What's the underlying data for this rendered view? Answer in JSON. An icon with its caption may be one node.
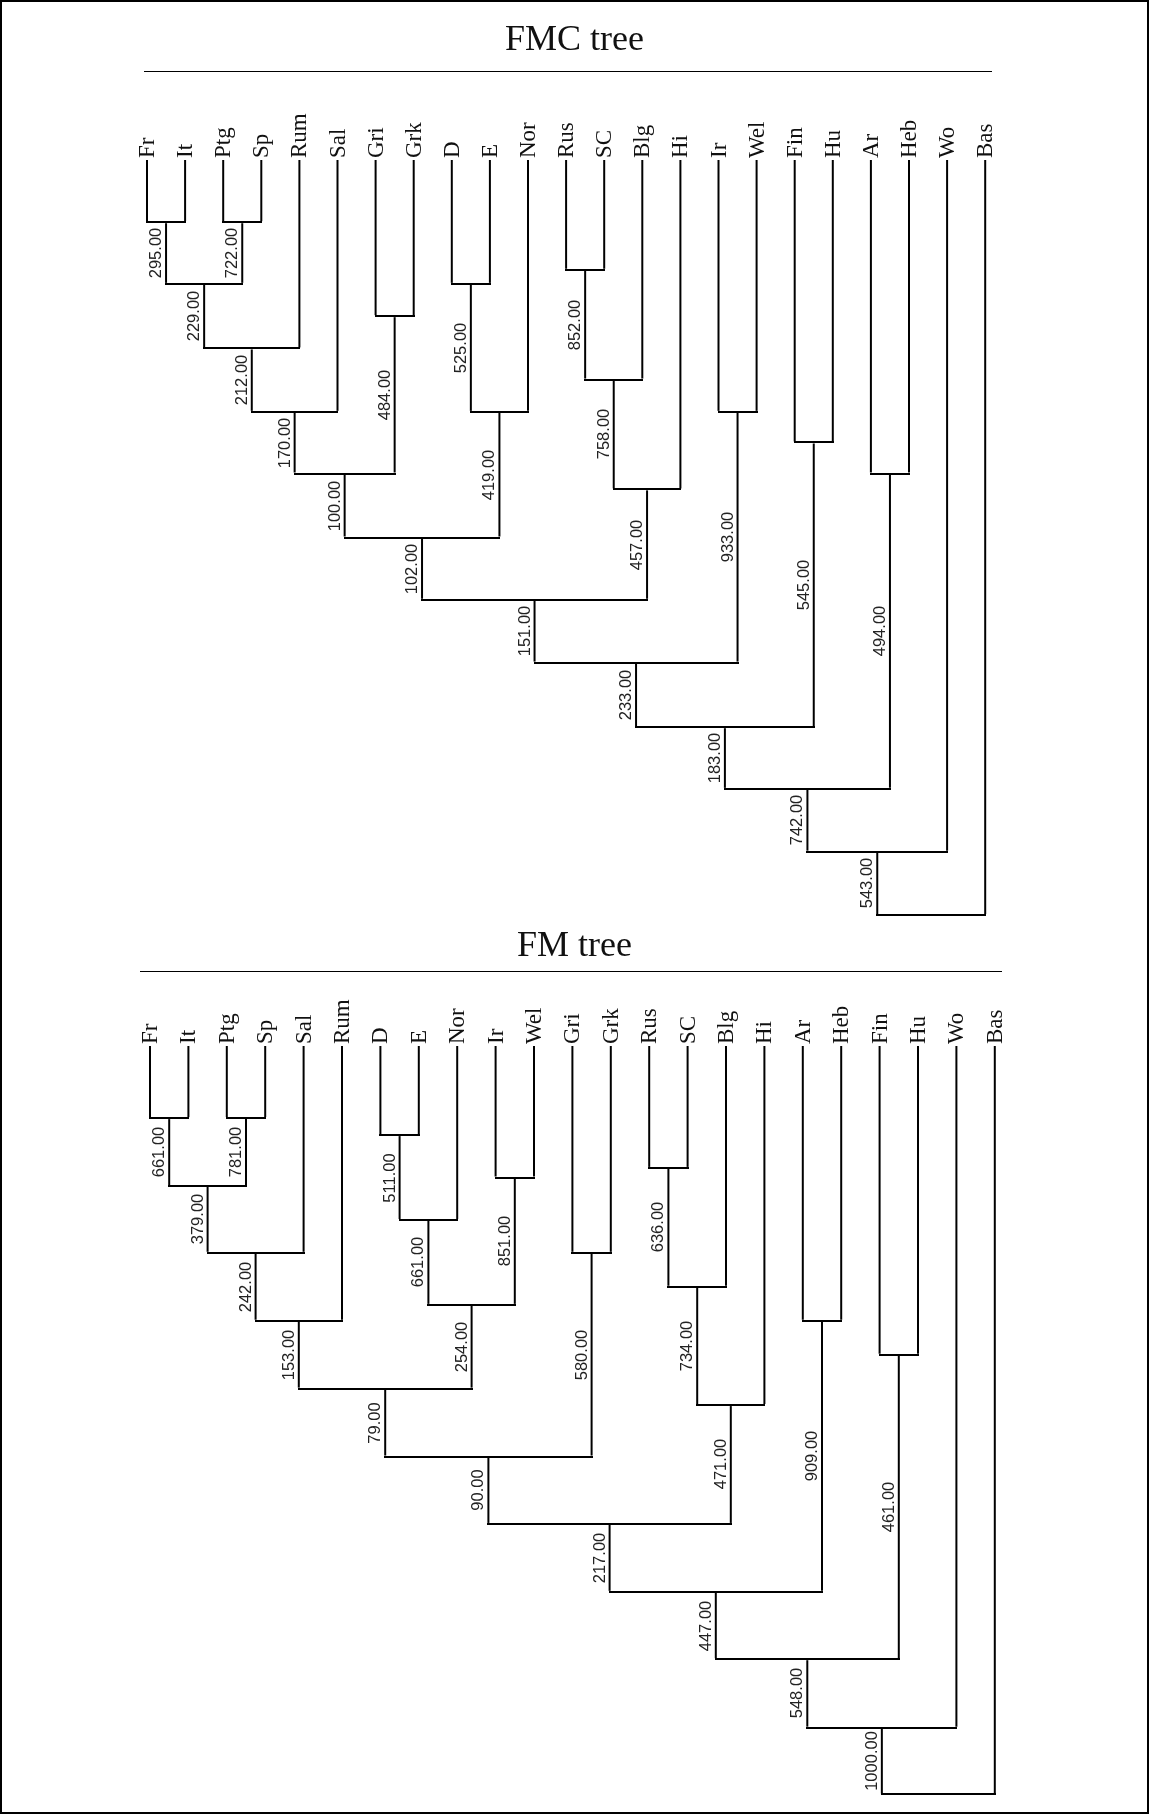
{
  "diagram": {
    "nodes": [
      {
        "text": [
          "Fr"
        ]
      },
      {
        "text": [
          "It"
        ]
      },
      {
        "text": [
          "Ptg"
        ]
      },
      {
        "text": [
          "Sp"
        ]
      },
      {
        "text": [
          "Rum"
        ]
      },
      {
        "text": [
          "Sal"
        ]
      },
      {
        "text": [
          "Gri"
        ]
      },
      {
        "text": [
          "Grk"
        ]
      },
      {
        "text": [
          "D"
        ]
      },
      {
        "text": [
          "E"
        ]
      },
      {
        "text": [
          "Nor"
        ]
      },
      {
        "text": [
          "Rus"
        ]
      },
      {
        "text": [
          "SC"
        ]
      },
      {
        "text": [
          "Blg"
        ]
      },
      {
        "text": [
          "Hi"
        ]
      },
      {
        "text": [
          "Ir"
        ]
      },
      {
        "text": [
          "Wel"
        ]
      },
      {
        "text": [
          "Fin"
        ]
      },
      {
        "text": [
          "Hu"
        ]
      },
      {
        "text": [
          "Ar"
        ]
      },
      {
        "text": [
          "Heb"
        ]
      },
      {
        "text": [
          "Wo"
        ]
      },
      {
        "text": [
          "Bas"
        ]
      },
      {
        "text": [],
        "shape": "bar"
      },
      {
        "text": [],
        "shape": "bar"
      },
      {
        "text": [],
        "shape": "bar"
      },
      {
        "text": [],
        "shape": "bar"
      },
      {
        "text": [],
        "shape": "bar"
      },
      {
        "text": [],
        "shape": "bar"
      },
      {
        "text": [],
        "shape": "bar"
      },
      {
        "text": [],
        "shape": "bar"
      },
      {
        "text": [],
        "shape": "bar"
      },
      {
        "text": [],
        "shape": "bar"
      },
      {
        "text": [],
        "shape": "bar"
      },
      {
        "text": [],
        "shape": "bar"
      },
      {
        "text": [],
        "shape": "bar"
      },
      {
        "text": [],
        "shape": "bar"
      },
      {
        "text": [],
        "shape": "bar"
      },
      {
        "text": [],
        "shape": "bar"
      },
      {
        "text": [],
        "shape": "bar"
      },
      {
        "text": [],
        "shape": "bar"
      },
      {
        "text": [],
        "shape": "bar"
      },
      {
        "text": [],
        "shape": "bar"
      },
      {
        "text": [],
        "shape": "bar"
      },
      {
        "text": [],
        "shape": "bar"
      },
      {
        "text": [
          "Fr"
        ]
      },
      {
        "text": [
          "It"
        ]
      },
      {
        "text": [
          "Ptg"
        ]
      },
      {
        "text": [
          "Sp"
        ]
      },
      {
        "text": [
          "Sal"
        ]
      },
      {
        "text": [
          "Rum"
        ]
      },
      {
        "text": [
          "D"
        ]
      },
      {
        "text": [
          "E"
        ]
      },
      {
        "text": [
          "Nor"
        ]
      },
      {
        "text": [
          "Ir"
        ]
      },
      {
        "text": [
          "Wel"
        ]
      },
      {
        "text": [
          "Gri"
        ]
      },
      {
        "text": [
          "Grk"
        ]
      },
      {
        "text": [
          "Rus"
        ]
      },
      {
        "text": [
          "SC"
        ]
      },
      {
        "text": [
          "Blg"
        ]
      },
      {
        "text": [
          "Hi"
        ]
      },
      {
        "text": [
          "Ar"
        ]
      },
      {
        "text": [
          "Heb"
        ]
      },
      {
        "text": [
          "Fin"
        ]
      },
      {
        "text": [
          "Hu"
        ]
      },
      {
        "text": [
          "Wo"
        ]
      },
      {
        "text": [
          "Bas"
        ]
      },
      {
        "text": [],
        "shape": "bar"
      },
      {
        "text": [],
        "shape": "bar"
      },
      {
        "text": [],
        "shape": "bar"
      },
      {
        "text": [],
        "shape": "bar"
      },
      {
        "text": [],
        "shape": "bar"
      },
      {
        "text": [],
        "shape": "bar"
      },
      {
        "text": [],
        "shape": "bar"
      },
      {
        "text": [],
        "shape": "bar"
      },
      {
        "text": [],
        "shape": "bar"
      },
      {
        "text": [],
        "shape": "bar"
      },
      {
        "text": [],
        "shape": "bar"
      },
      {
        "text": [],
        "shape": "bar"
      },
      {
        "text": [],
        "shape": "bar"
      },
      {
        "text": [],
        "shape": "bar"
      },
      {
        "text": [],
        "shape": "bar"
      },
      {
        "text": [],
        "shape": "bar"
      },
      {
        "text": [],
        "shape": "bar"
      },
      {
        "text": [],
        "shape": "bar"
      },
      {
        "text": [],
        "shape": "bar"
      },
      {
        "text": [],
        "shape": "bar"
      },
      {
        "text": [],
        "shape": "bar"
      },
      {
        "text": [],
        "shape": "bar"
      }
    ],
    "edges": [
      {
        "from": 0,
        "to": 23,
        "arrow": "none"
      },
      {
        "from": 1,
        "to": 23,
        "arrow": "none"
      },
      {
        "from": 2,
        "to": 24,
        "arrow": "none"
      },
      {
        "from": 3,
        "to": 24,
        "arrow": "none"
      },
      {
        "from": 23,
        "to": 25,
        "arrow": "none",
        "label": "295.00"
      },
      {
        "from": 24,
        "to": 25,
        "arrow": "none",
        "label": "722.00"
      },
      {
        "from": 25,
        "to": 26,
        "arrow": "none",
        "label": "229.00"
      },
      {
        "from": 4,
        "to": 26,
        "arrow": "none"
      },
      {
        "from": 26,
        "to": 27,
        "arrow": "none",
        "label": "212.00"
      },
      {
        "from": 5,
        "to": 27,
        "arrow": "none"
      },
      {
        "from": 6,
        "to": 28,
        "arrow": "none"
      },
      {
        "from": 7,
        "to": 28,
        "arrow": "none"
      },
      {
        "from": 27,
        "to": 29,
        "arrow": "none",
        "label": "170.00"
      },
      {
        "from": 28,
        "to": 29,
        "arrow": "none",
        "label": "484.00"
      },
      {
        "from": 8,
        "to": 30,
        "arrow": "none"
      },
      {
        "from": 9,
        "to": 30,
        "arrow": "none"
      },
      {
        "from": 30,
        "to": 31,
        "arrow": "none",
        "label": "525.00"
      },
      {
        "from": 10,
        "to": 31,
        "arrow": "none"
      },
      {
        "from": 29,
        "to": 32,
        "arrow": "none",
        "label": "100.00"
      },
      {
        "from": 31,
        "to": 32,
        "arrow": "none",
        "label": "419.00"
      },
      {
        "from": 11,
        "to": 33,
        "arrow": "none"
      },
      {
        "from": 12,
        "to": 33,
        "arrow": "none"
      },
      {
        "from": 33,
        "to": 34,
        "arrow": "none",
        "label": "852.00"
      },
      {
        "from": 13,
        "to": 34,
        "arrow": "none"
      },
      {
        "from": 34,
        "to": 35,
        "arrow": "none",
        "label": "758.00"
      },
      {
        "from": 14,
        "to": 35,
        "arrow": "none"
      },
      {
        "from": 32,
        "to": 36,
        "arrow": "none",
        "label": "102.00"
      },
      {
        "from": 35,
        "to": 36,
        "arrow": "none",
        "label": "457.00"
      },
      {
        "from": 15,
        "to": 37,
        "arrow": "none"
      },
      {
        "from": 16,
        "to": 37,
        "arrow": "none"
      },
      {
        "from": 36,
        "to": 38,
        "arrow": "none",
        "label": "151.00"
      },
      {
        "from": 37,
        "to": 38,
        "arrow": "none",
        "label": "933.00"
      },
      {
        "from": 17,
        "to": 39,
        "arrow": "none"
      },
      {
        "from": 18,
        "to": 39,
        "arrow": "none"
      },
      {
        "from": 38,
        "to": 40,
        "arrow": "none",
        "label": "233.00"
      },
      {
        "from": 39,
        "to": 40,
        "arrow": "none",
        "label": "545.00"
      },
      {
        "from": 19,
        "to": 41,
        "arrow": "none"
      },
      {
        "from": 20,
        "to": 41,
        "arrow": "none"
      },
      {
        "from": 40,
        "to": 42,
        "arrow": "none",
        "label": "183.00"
      },
      {
        "from": 41,
        "to": 42,
        "arrow": "none",
        "label": "494.00"
      },
      {
        "from": 42,
        "to": 43,
        "arrow": "none",
        "label": "742.00"
      },
      {
        "from": 21,
        "to": 43,
        "arrow": "none"
      },
      {
        "from": 43,
        "to": 44,
        "arrow": "none",
        "label": "543.00"
      },
      {
        "from": 22,
        "to": 44,
        "arrow": "none"
      },
      {
        "from": 45,
        "to": 68,
        "arrow": "none"
      },
      {
        "from": 46,
        "to": 68,
        "arrow": "none"
      },
      {
        "from": 47,
        "to": 69,
        "arrow": "none"
      },
      {
        "from": 48,
        "to": 69,
        "arrow": "none"
      },
      {
        "from": 68,
        "to": 70,
        "arrow": "none",
        "label": "661.00"
      },
      {
        "from": 69,
        "to": 70,
        "arrow": "none",
        "label": "781.00"
      },
      {
        "from": 70,
        "to": 71,
        "arrow": "none",
        "label": "379.00"
      },
      {
        "from": 49,
        "to": 71,
        "arrow": "none"
      },
      {
        "from": 71,
        "to": 72,
        "arrow": "none",
        "label": "242.00"
      },
      {
        "from": 50,
        "to": 72,
        "arrow": "none"
      },
      {
        "from": 51,
        "to": 73,
        "arrow": "none"
      },
      {
        "from": 52,
        "to": 73,
        "arrow": "none"
      },
      {
        "from": 73,
        "to": 74,
        "arrow": "none",
        "label": "511.00"
      },
      {
        "from": 53,
        "to": 74,
        "arrow": "none"
      },
      {
        "from": 54,
        "to": 75,
        "arrow": "none"
      },
      {
        "from": 55,
        "to": 75,
        "arrow": "none"
      },
      {
        "from": 74,
        "to": 76,
        "arrow": "none",
        "label": "661.00"
      },
      {
        "from": 75,
        "to": 76,
        "arrow": "none",
        "label": "851.00"
      },
      {
        "from": 72,
        "to": 77,
        "arrow": "none",
        "label": "153.00"
      },
      {
        "from": 76,
        "to": 77,
        "arrow": "none",
        "label": "254.00"
      },
      {
        "from": 56,
        "to": 78,
        "arrow": "none"
      },
      {
        "from": 57,
        "to": 78,
        "arrow": "none"
      },
      {
        "from": 77,
        "to": 79,
        "arrow": "none",
        "label": "79.00"
      },
      {
        "from": 78,
        "to": 79,
        "arrow": "none",
        "label": "580.00"
      },
      {
        "from": 58,
        "to": 80,
        "arrow": "none"
      },
      {
        "from": 59,
        "to": 80,
        "arrow": "none"
      },
      {
        "from": 80,
        "to": 81,
        "arrow": "none",
        "label": "636.00"
      },
      {
        "from": 60,
        "to": 81,
        "arrow": "none"
      },
      {
        "from": 81,
        "to": 82,
        "arrow": "none",
        "label": "734.00"
      },
      {
        "from": 61,
        "to": 82,
        "arrow": "none"
      },
      {
        "from": 79,
        "to": 83,
        "arrow": "none",
        "label": "90.00"
      },
      {
        "from": 82,
        "to": 83,
        "arrow": "none",
        "label": "471.00"
      },
      {
        "from": 62,
        "to": 84,
        "arrow": "none"
      },
      {
        "from": 63,
        "to": 84,
        "arrow": "none"
      },
      {
        "from": 83,
        "to": 85,
        "arrow": "none",
        "label": "217.00"
      },
      {
        "from": 84,
        "to": 85,
        "arrow": "none",
        "label": "909.00"
      },
      {
        "from": 64,
        "to": 86,
        "arrow": "none"
      },
      {
        "from": 65,
        "to": 86,
        "arrow": "none"
      },
      {
        "from": 85,
        "to": 87,
        "arrow": "none",
        "label": "447.00"
      },
      {
        "from": 86,
        "to": 87,
        "arrow": "none",
        "label": "461.00"
      },
      {
        "from": 87,
        "to": 88,
        "arrow": "none",
        "label": "548.00"
      },
      {
        "from": 66,
        "to": 88,
        "arrow": "none"
      },
      {
        "from": 88,
        "to": 89,
        "arrow": "none",
        "label": "1000.00"
      },
      {
        "from": 67,
        "to": 89,
        "arrow": "none"
      }
    ],
    "labels": [
      "FMC tree",
      "FM tree"
    ]
  }
}
